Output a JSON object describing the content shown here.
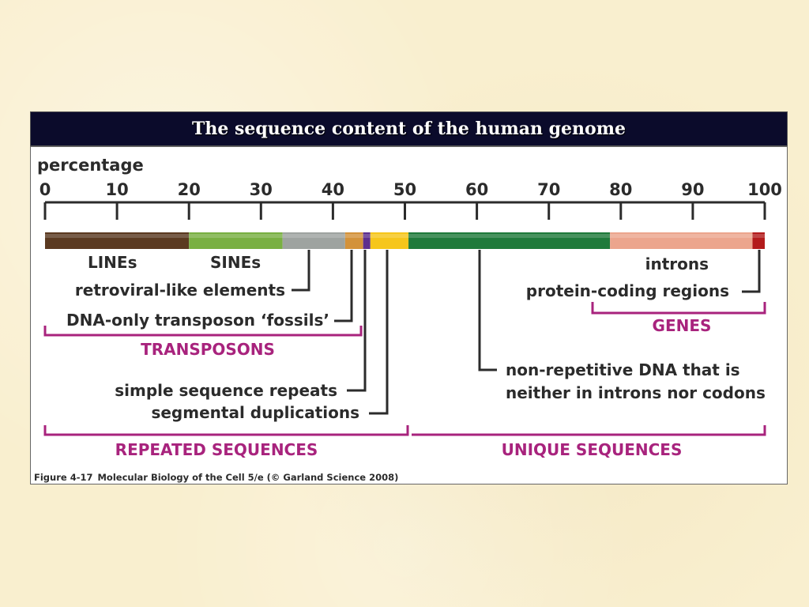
{
  "slide": {
    "title": "The sequence content of the human genome"
  },
  "figure": {
    "axis_label": "percentage",
    "ticks": [
      "0",
      "10",
      "20",
      "30",
      "40",
      "50",
      "60",
      "70",
      "80",
      "90",
      "100"
    ],
    "segments": [
      {
        "name": "LINEs",
        "start": 0,
        "end": 20,
        "color": "#5b3a21"
      },
      {
        "name": "SINEs",
        "start": 20,
        "end": 33,
        "color": "#79b042"
      },
      {
        "name": "retroviral-like elements",
        "start": 33,
        "end": 41.7,
        "color": "#9ea3a0"
      },
      {
        "name": "DNA-only transposon ‘fossils’",
        "start": 41.7,
        "end": 44.2,
        "color": "#d3923a"
      },
      {
        "name": "simple sequence repeats",
        "start": 44.2,
        "end": 45.2,
        "color": "#5d2f8e"
      },
      {
        "name": "segmental duplications",
        "start": 45.2,
        "end": 50.5,
        "color": "#f6c61c"
      },
      {
        "name": "non-repetitive DNA that is neither in introns nor codons",
        "start": 50.5,
        "end": 78.5,
        "color": "#1f7a3b"
      },
      {
        "name": "introns",
        "start": 78.5,
        "end": 98.3,
        "color": "#eca58d"
      },
      {
        "name": "protein-coding regions",
        "start": 98.3,
        "end": 100,
        "color": "#b31b1b"
      }
    ],
    "labels": {
      "lines": "LINEs",
      "sines": "SINEs",
      "retroviral": "retroviral-like elements",
      "dna_only": "DNA-only transposon ‘fossils’",
      "simple_repeats": "simple sequence repeats",
      "segmental": "segmental duplications",
      "introns": "introns",
      "protein_coding": "protein-coding regions",
      "nonrep_line1": "non-repetitive DNA that is",
      "nonrep_line2": "neither in introns nor codons"
    },
    "groups": {
      "transposons": "TRANSPOSONS",
      "genes": "GENES",
      "repeated": "REPEATED SEQUENCES",
      "unique": "UNIQUE SEQUENCES"
    },
    "caption": {
      "figure": "Figure 4-17",
      "source": "Molecular Biology of the Cell 5/e (© Garland Science 2008)"
    },
    "colors": {
      "group_bracket": "#a8237d",
      "text": "#2b2b2b"
    }
  }
}
